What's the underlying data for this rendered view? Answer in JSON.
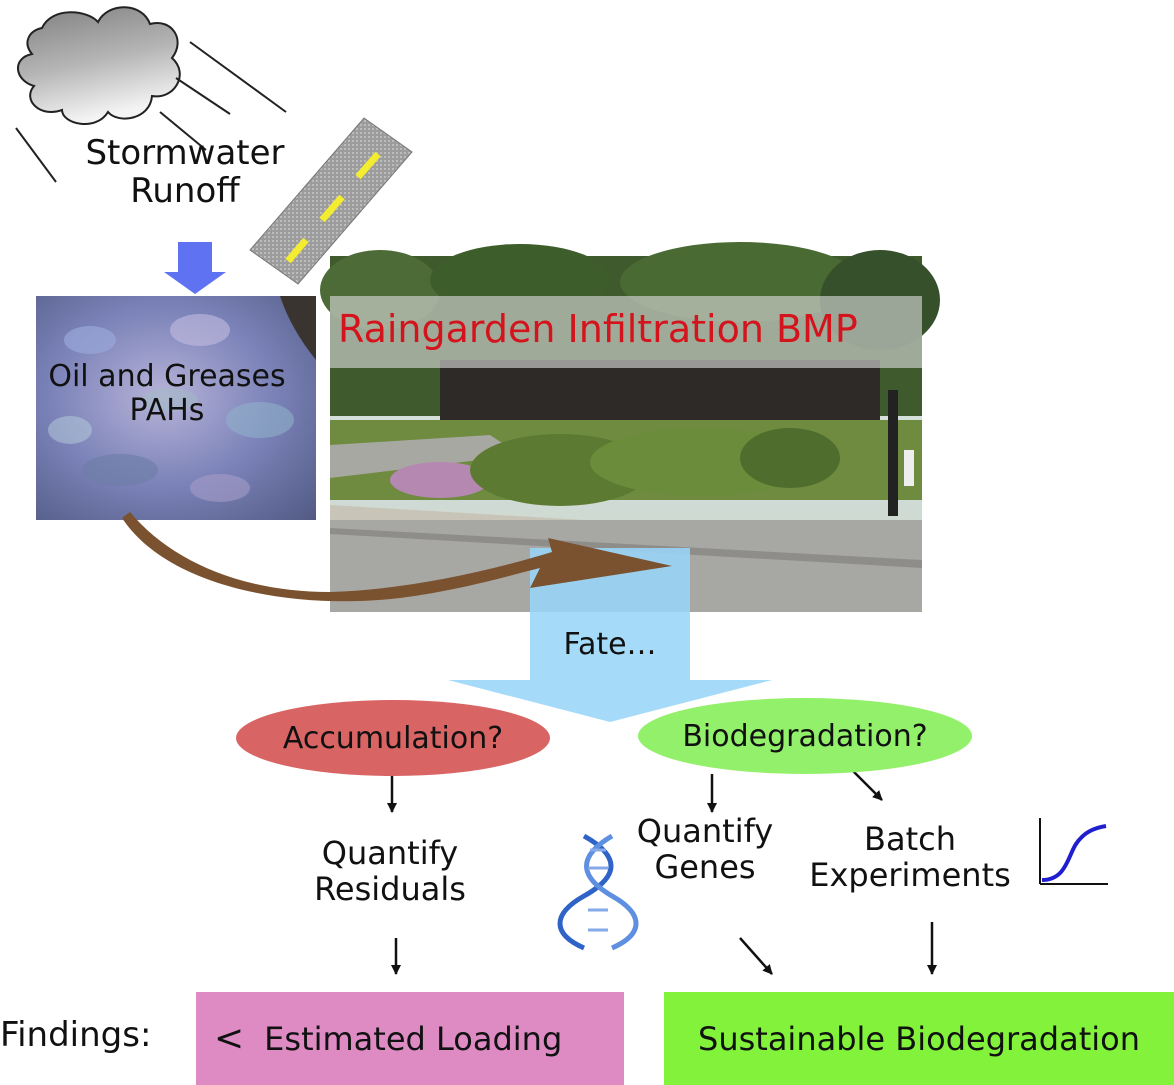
{
  "source": {
    "line1": "Stormwater",
    "line2": "Runoff"
  },
  "pollutant": {
    "line1": "Oil and Greases",
    "line2": "PAHs"
  },
  "raingarden": {
    "title": "Raingarden Infiltration BMP"
  },
  "fate": {
    "label": "Fate…"
  },
  "questions": {
    "accumulation": "Accumulation?",
    "biodegradation": "Biodegradation?"
  },
  "methods": {
    "quantify_residuals": {
      "line1": "Quantify",
      "line2": "Residuals"
    },
    "quantify_genes": {
      "line1": "Quantify",
      "line2": "Genes"
    },
    "batch_experiments": {
      "line1": "Batch",
      "line2": "Experiments"
    }
  },
  "findings": {
    "label": "Findings:",
    "symbol": "<",
    "loading": "Estimated Loading",
    "sustainable": "Sustainable Biodegradation"
  },
  "colors": {
    "accumulation_fill": "#d96464",
    "biodegradation_fill": "#93f06a",
    "loading_box": "#de8bc4",
    "sustainable_box": "#82f33a",
    "fate_arrow": "#99d6f7",
    "runoff_arrow": "#5f73f2",
    "transfer_arrow": "#7a5230",
    "raingarden_title": "#d4141c"
  },
  "icons": {
    "cloud": "rain-cloud-icon",
    "road": "road-icon",
    "dna": "dna-helix-icon",
    "growth_curve": "growth-curve-icon"
  }
}
